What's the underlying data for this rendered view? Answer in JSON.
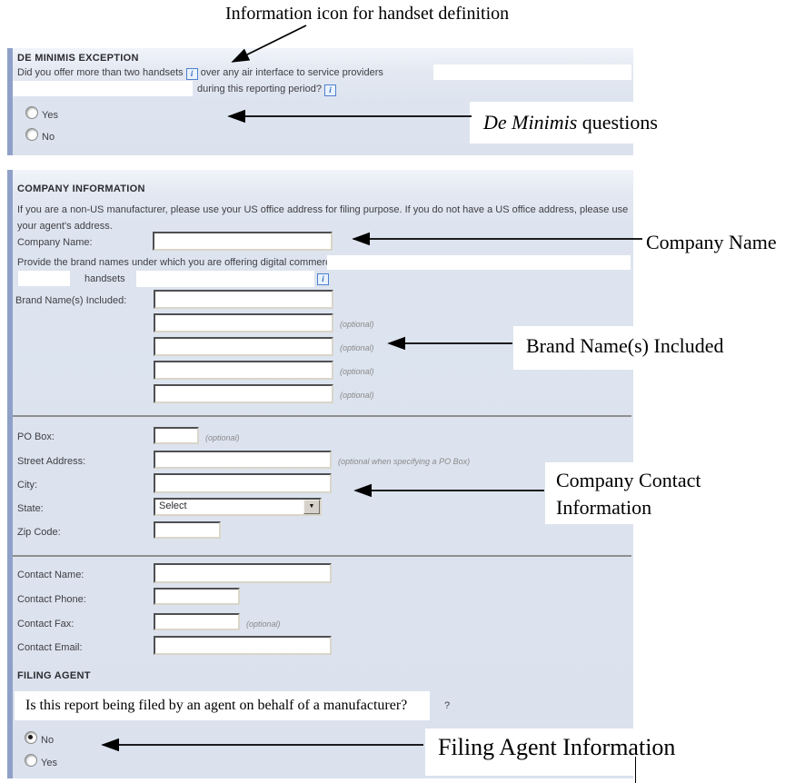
{
  "annotations": {
    "top_label": "Information icon for handset definition",
    "de_minimis_italic": "De Minimis",
    "de_minimis_rest": " questions",
    "company_name": "Company Name",
    "brand_names": "Brand Name(s) Included",
    "company_contact_line1": "Company Contact",
    "company_contact_line2": "Information",
    "filing_agent": "Filing Agent Information"
  },
  "icons": {
    "info_glyph": "i",
    "dropdown_glyph": "▼"
  },
  "de_minimis": {
    "header": "DE MINIMIS EXCEPTION",
    "question_1a": "Did you offer more than two handsets",
    "question_1b": "over any air interface to service providers",
    "question_2": "during this reporting period?",
    "option_yes": "Yes",
    "option_no": "No"
  },
  "company": {
    "header": "COMPANY INFORMATION",
    "instructions": "If you are a non-US manufacturer, please use your US office address for filing purpose. If you do not have a US office address, please use your agent's address.",
    "company_name_label": "Company Name:",
    "brand_instruction_1": "Provide the brand names under which you are offering digital commercial mobile",
    "brand_instruction_2": "handsets",
    "brand_label": "Brand Name(s) Included:",
    "optional": "(optional)",
    "po_box_label": "PO Box:",
    "street_label": "Street Address:",
    "street_optional": "(optional when specifying a PO Box)",
    "city_label": "City:",
    "state_label": "State:",
    "state_value": "Select",
    "zip_label": "Zip Code:",
    "contact_name_label": "Contact Name:",
    "contact_phone_label": "Contact Phone:",
    "contact_fax_label": "Contact Fax:",
    "contact_email_label": "Contact Email:"
  },
  "filing_agent": {
    "header": "FILING AGENT",
    "question": "Is this report being filed by an agent on behalf of a manufacturer?",
    "question_remnant": "?",
    "option_no": "No",
    "option_yes": "Yes",
    "selected": "No"
  },
  "colors": {
    "panel_bg": "#dde4ef",
    "panel_stripe": "#8fa0c8",
    "info_icon_blue": "#2f6ac4",
    "divider": "#8f8f8f",
    "annotation_text": "#000000"
  }
}
